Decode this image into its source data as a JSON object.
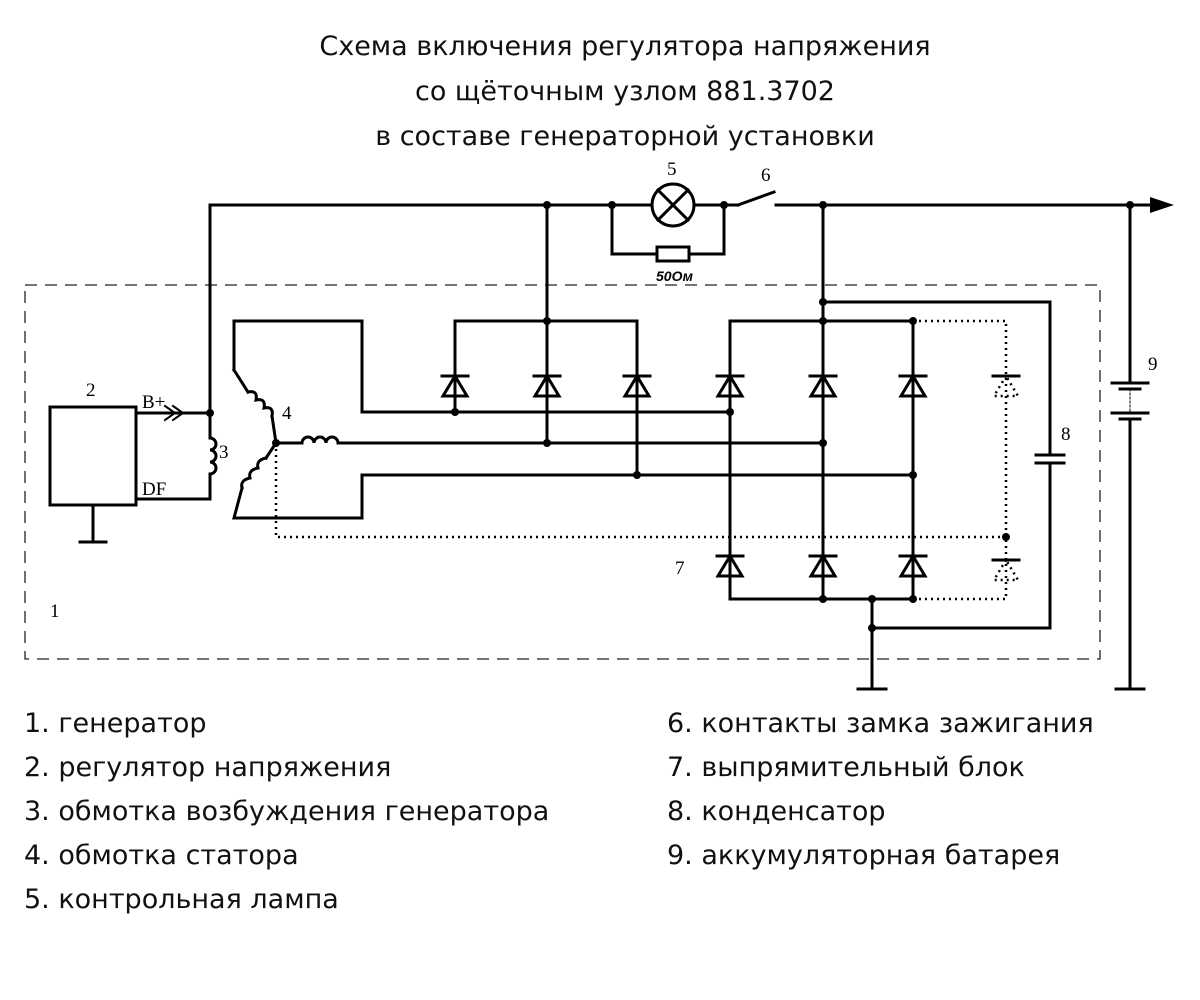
{
  "title": {
    "line1": "Схема включения регулятора напряжения",
    "line2": "со щёточным узлом 881.3702",
    "line3": "в составе генераторной установки"
  },
  "diagram": {
    "labels": {
      "generator": "1",
      "regulator": "2",
      "field_winding": "3",
      "stator_winding": "4",
      "lamp": "5",
      "ignition_contacts": "6",
      "rectifier": "7",
      "capacitor": "8",
      "battery": "9",
      "terminal_b_plus": "B+",
      "terminal_df": "DF",
      "resistor_value": "50Ом"
    },
    "colors": {
      "line": "#000000",
      "background": "#ffffff"
    }
  },
  "legend": {
    "left": [
      "1. генератор",
      "2. регулятор напряжения",
      "3. обмотка возбуждения генератора",
      "4. обмотка статора",
      "5. контрольная лампа"
    ],
    "right": [
      "6. контакты замка зажигания",
      "7. выпрямительный блок",
      "8. конденсатор",
      "9. аккумуляторная батарея"
    ]
  }
}
